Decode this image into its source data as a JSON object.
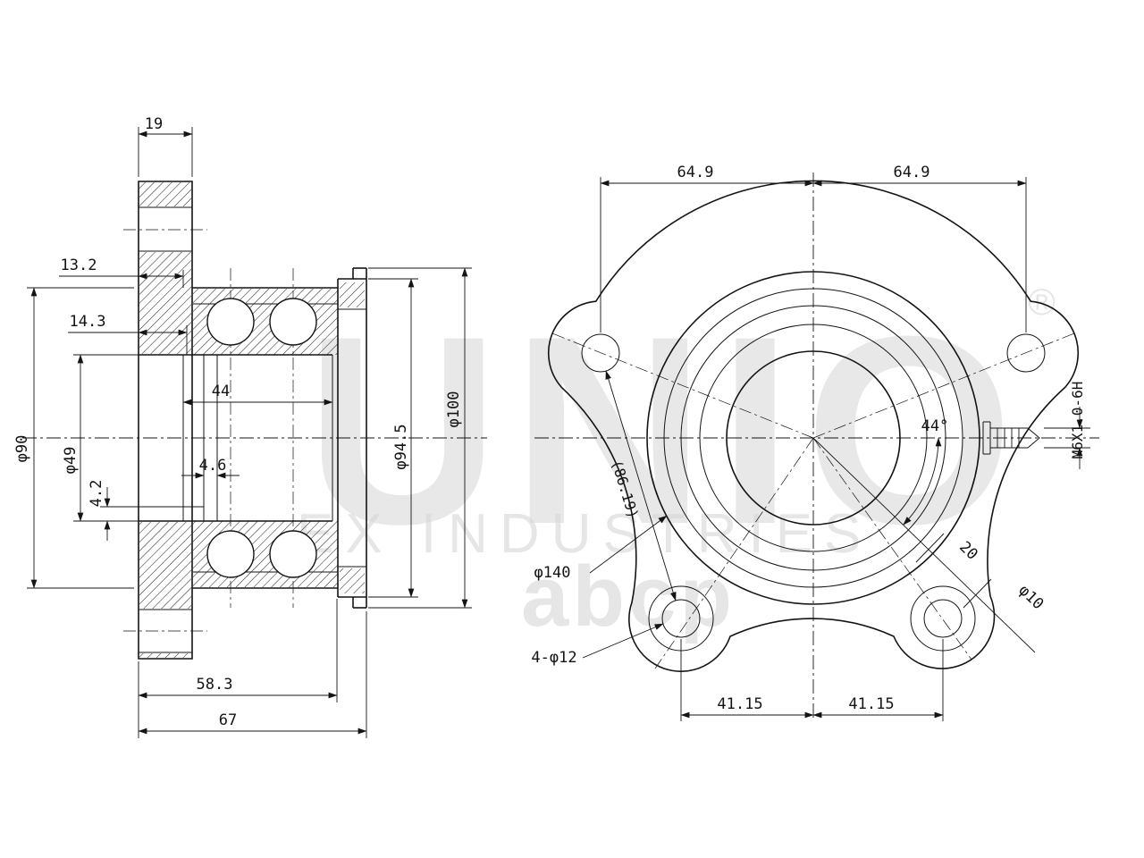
{
  "watermark": {
    "brand": "UNIO",
    "registered_mark": "®",
    "subtitle": "EX INDUSTRIES",
    "overlay": "abcp"
  },
  "left_view": {
    "labels": {
      "flange_width": "19",
      "flange_offset": "13.2",
      "bearing_offset": "14.3",
      "race_width": "44",
      "groove_width": "4.6",
      "step_width": "4.2",
      "bore_diameter": "φ49",
      "hub_diameter": "φ90",
      "ring_diameter": "φ94.5",
      "outer_diameter": "φ100",
      "hub_depth": "58.3",
      "total_depth": "67"
    }
  },
  "right_view": {
    "labels": {
      "pitch_left": "64.9",
      "pitch_right": "64.9",
      "pitch_bottom_left": "41.15",
      "pitch_bottom_right": "41.15",
      "diagonal_ref": "(86.19)",
      "angle": "44°",
      "thread_spec": "M6X1.0-6H",
      "stud_length": "20",
      "stud_diameter": "φ10",
      "pilot_diameter": "φ140",
      "bolt_holes": "4-φ12"
    }
  },
  "style": {
    "line_color": "#141414",
    "watermark_color": "#d6d6d6",
    "background": "#ffffff"
  }
}
